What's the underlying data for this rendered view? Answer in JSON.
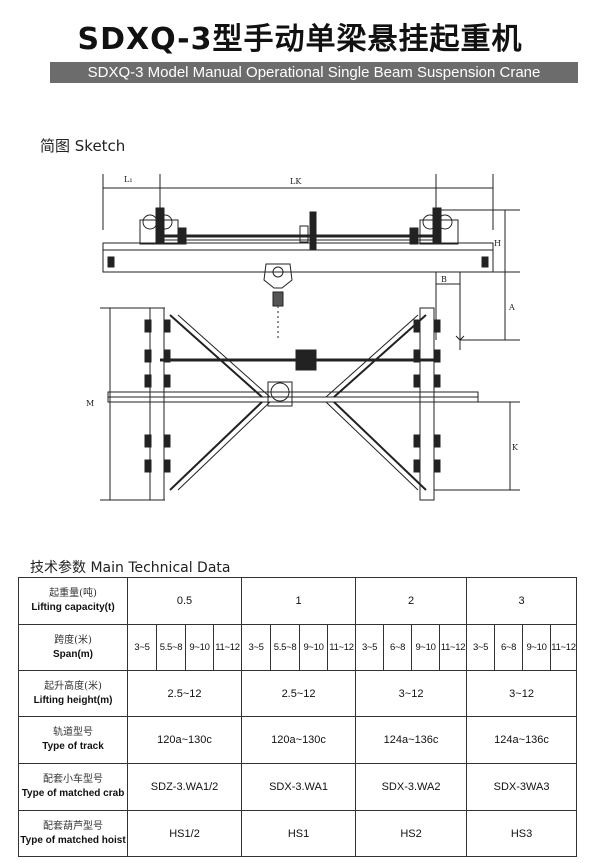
{
  "header": {
    "title": "SDXQ-3型手动单梁悬挂起重机",
    "subtitle": "SDXQ-3 Model Manual Operational Single Beam Suspension Crane"
  },
  "sketch": {
    "heading": "简图 Sketch",
    "dims": {
      "l1": "L₁",
      "lk": "LK",
      "h": "H",
      "b": "B",
      "a": "A",
      "m": "M",
      "k": "K"
    }
  },
  "data_section": {
    "heading": "技术参数 Main Technical Data"
  },
  "table": {
    "rows": {
      "capacity": {
        "cn": "起重量(吨)",
        "en": "Lifting capacity(t)",
        "values": [
          "0.5",
          "1",
          "2",
          "3"
        ]
      },
      "span": {
        "cn": "跨度(米)",
        "en": "Span(m)",
        "groups": [
          [
            "3~5",
            "5.5~8",
            "9~10",
            "11~12"
          ],
          [
            "3~5",
            "5.5~8",
            "9~10",
            "11~12"
          ],
          [
            "3~5",
            "6~8",
            "9~10",
            "11~12"
          ],
          [
            "3~5",
            "6~8",
            "9~10",
            "11~12"
          ]
        ]
      },
      "height": {
        "cn": "起升高度(米)",
        "en": "Lifting height(m)",
        "values": [
          "2.5~12",
          "2.5~12",
          "3~12",
          "3~12"
        ]
      },
      "track": {
        "cn": "轨道型号",
        "en": "Type of track",
        "values": [
          "120a~130c",
          "120a~130c",
          "124a~136c",
          "124a~136c"
        ]
      },
      "crab": {
        "cn": "配套小车型号",
        "en": "Type of matched crab",
        "values": [
          "SDZ-3.WA1/2",
          "SDX-3.WA1",
          "SDX-3.WA2",
          "SDX-3WA3"
        ]
      },
      "hoist": {
        "cn": "配套葫芦型号",
        "en": "Type of matched hoist",
        "values": [
          "HS1/2",
          "HS1",
          "HS2",
          "HS3"
        ]
      }
    }
  }
}
